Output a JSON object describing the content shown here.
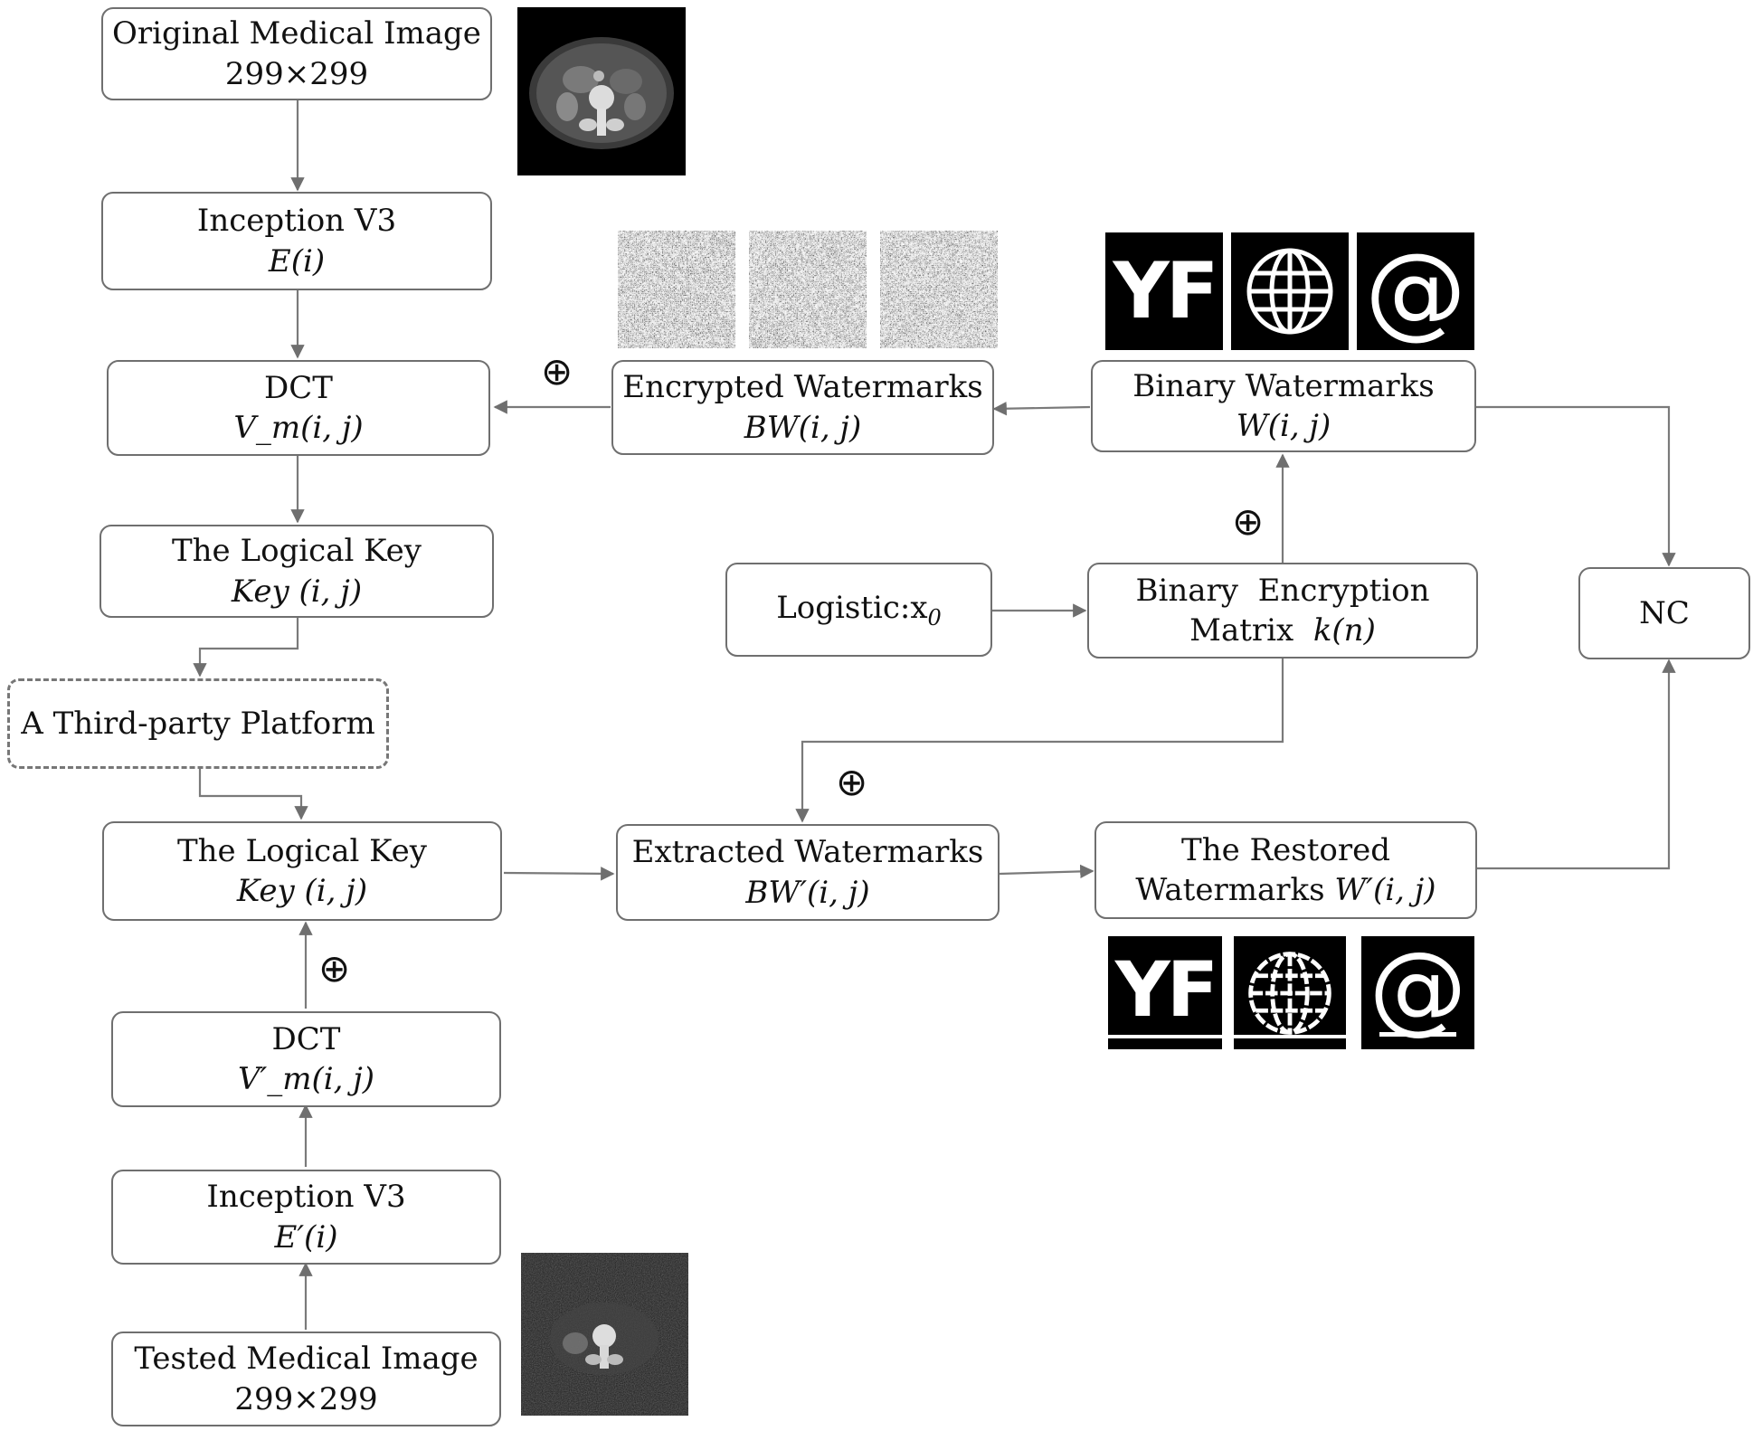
{
  "boxes": {
    "orig": {
      "l1": "Original Medical Image",
      "l2": "299×299"
    },
    "incep1": {
      "l1": "Inception V3",
      "l2": "E(i)"
    },
    "dct1": {
      "l1": "DCT",
      "l2": "V_m(i, j)"
    },
    "key1": {
      "l1": "The Logical Key",
      "l2": "Key (i, j)"
    },
    "third": {
      "l1": "A Third-party Platform"
    },
    "key2": {
      "l1": "The Logical Key",
      "l2": "Key (i, j)"
    },
    "dct2": {
      "l1": "DCT",
      "l2": "V′_m(i, j)"
    },
    "incep2": {
      "l1": "Inception V3",
      "l2": "E′(i)"
    },
    "tested": {
      "l1": "Tested Medical Image",
      "l2": "299×299"
    },
    "enc": {
      "l1": "Encrypted Watermarks",
      "l2": "BW(i, j)"
    },
    "bin": {
      "l1": "Binary Watermarks",
      "l2": "W(i, j)"
    },
    "logistic": {
      "l1": "Logistic:x",
      "sub": "0"
    },
    "binenc": {
      "l1": "Binary  Encryption",
      "l2a": "Matrix  ",
      "l2b": "k(n)"
    },
    "nc": {
      "l1": "NC"
    },
    "extr": {
      "l1": "Extracted Watermarks",
      "l2": "BW′(i, j)"
    },
    "rest": {
      "l1": "The Restored",
      "l2a": "Watermarks ",
      "l2b": "W′(i, j)"
    }
  },
  "operator": "⊕",
  "watermarks": {
    "w1": "YF",
    "w2": "globe-icon",
    "w3": "@"
  },
  "colors": {
    "line": "#6f6f6f",
    "arrow": "#6f6f6f"
  }
}
